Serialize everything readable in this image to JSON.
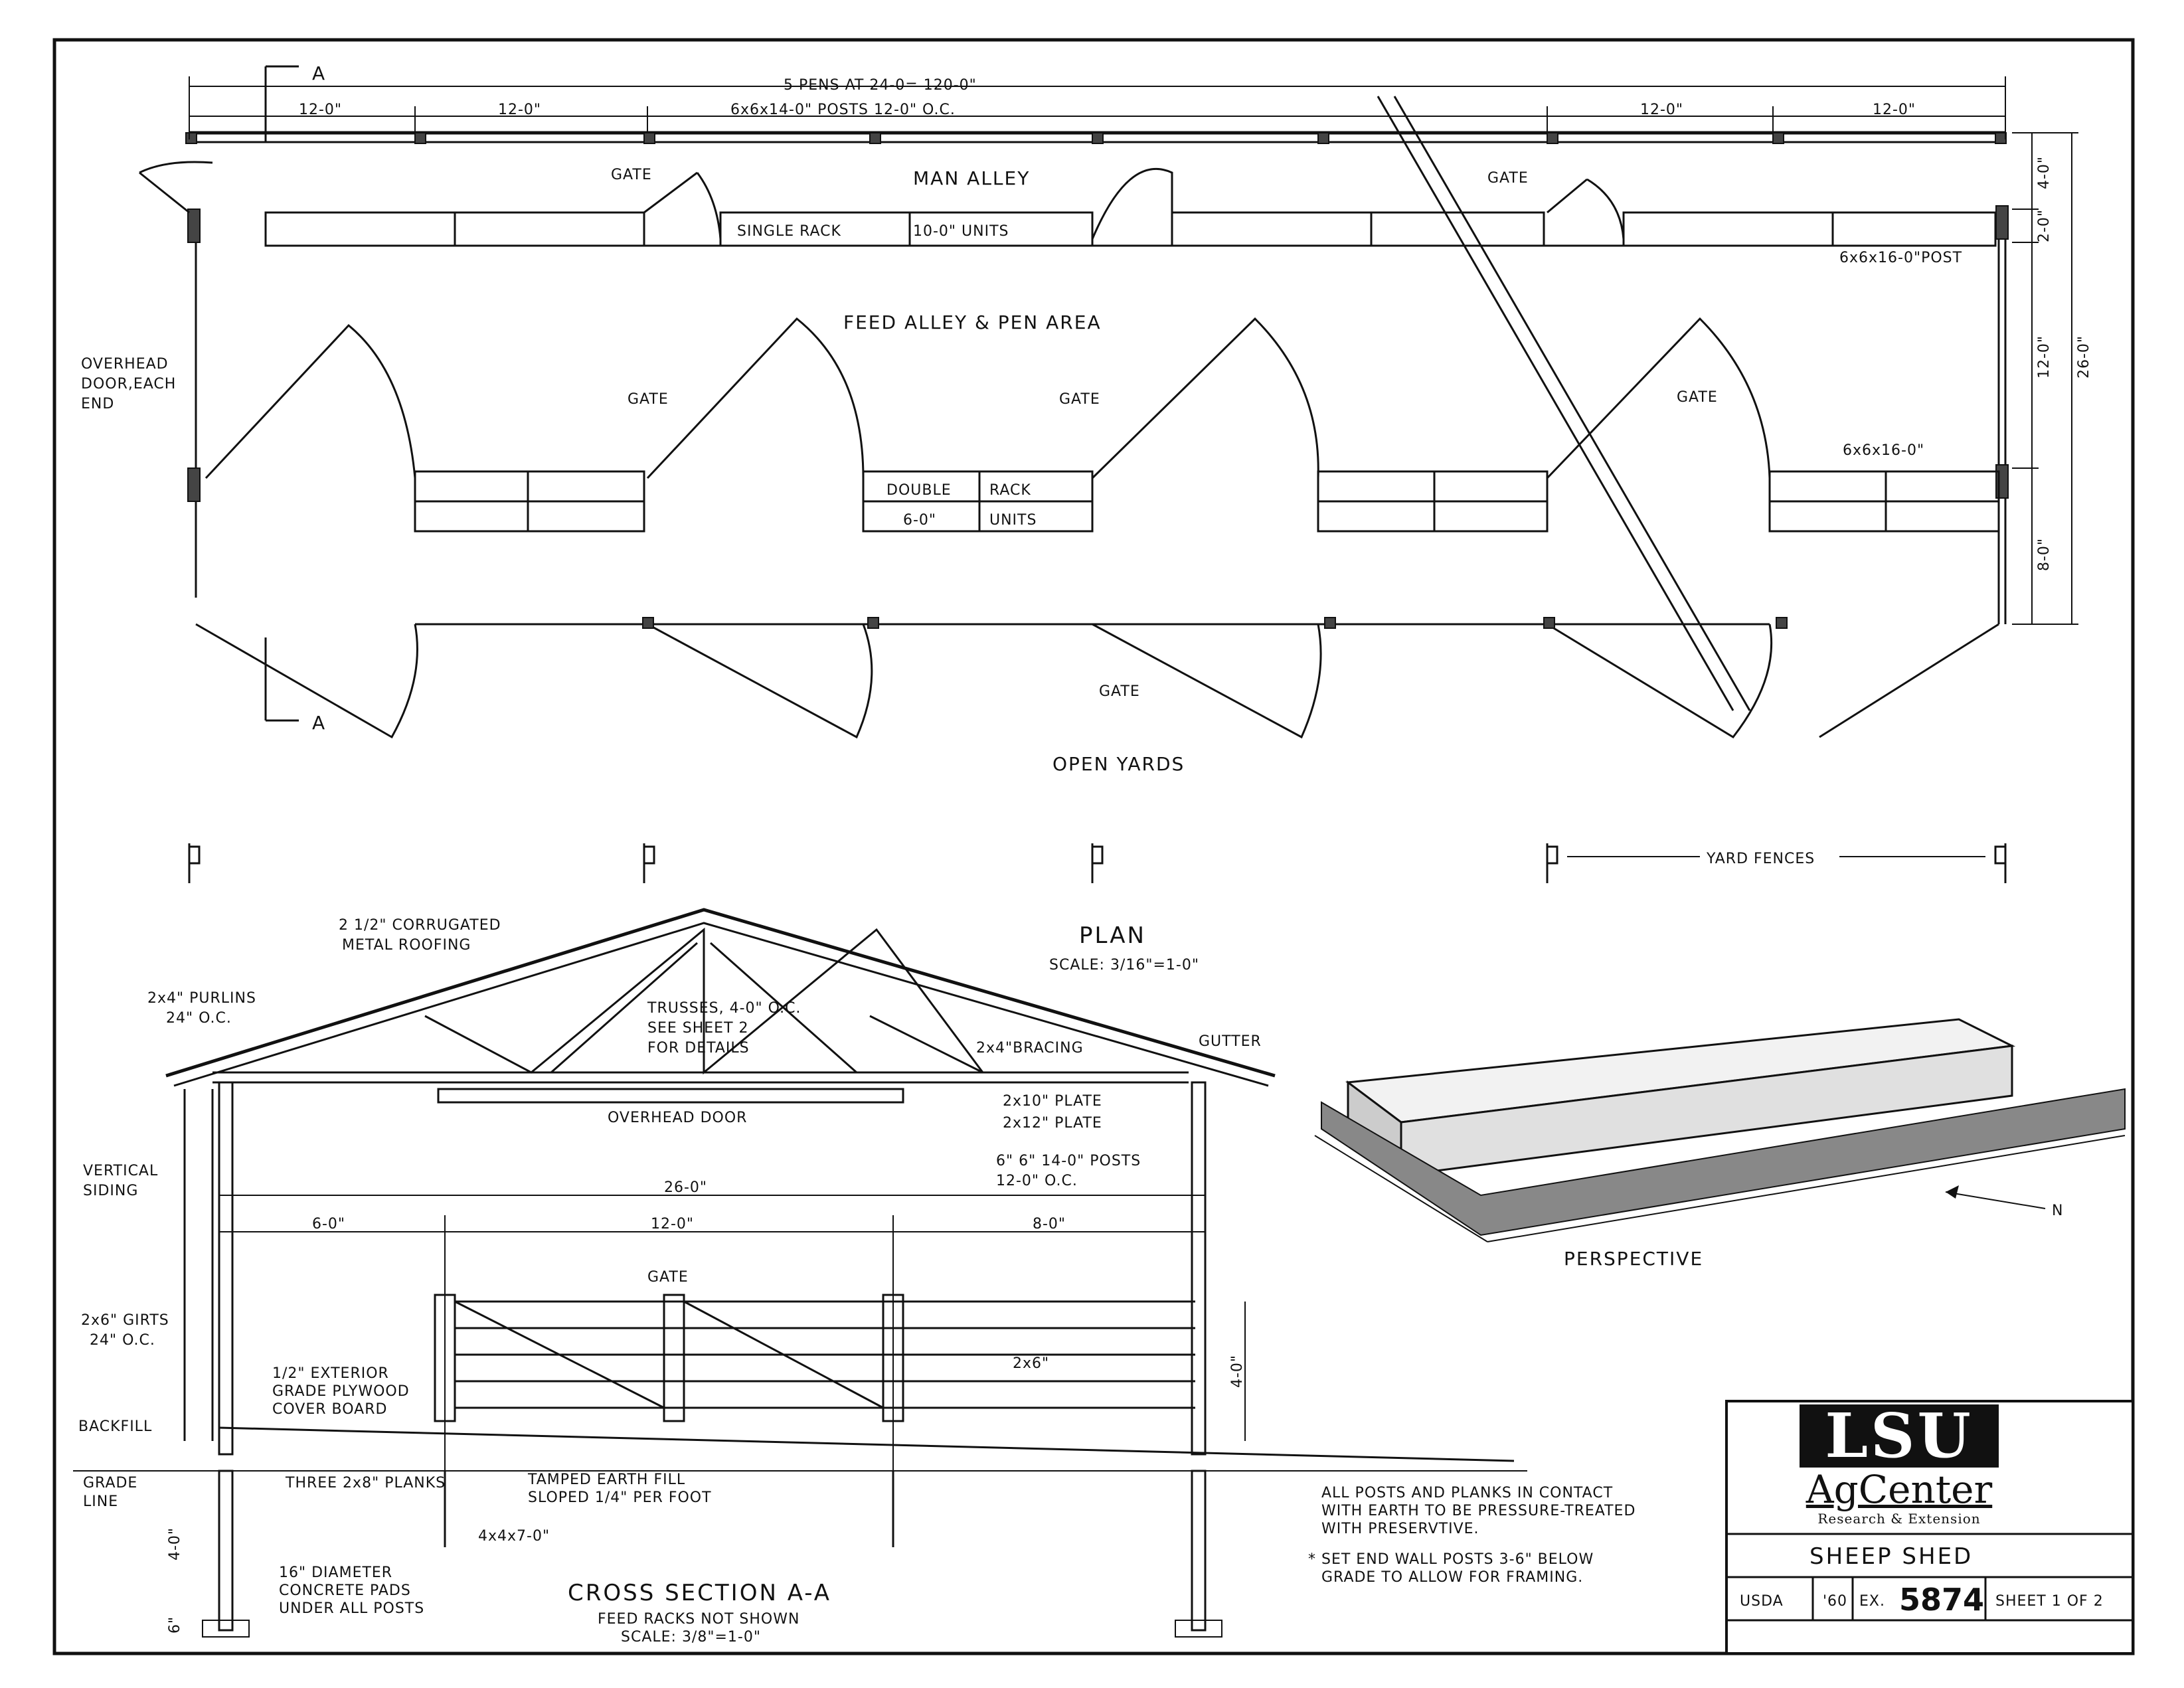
{
  "plan": {
    "section_marker_top": "A",
    "section_marker_bottom": "A",
    "overall_dim": "5 PENS AT 24-0= 120-0\"",
    "dim_12_a": "12-0\"",
    "dim_12_b": "12-0\"",
    "dim_12_c": "12-0\"",
    "dim_12_d": "12-0\"",
    "posts_note": "6x6x14-0\" POSTS 12-0\" O.C.",
    "man_alley": "MAN ALLEY",
    "gate_1": "GATE",
    "gate_2": "GATE",
    "single_rack": "SINGLE RACK",
    "rack_units": "10-0\" UNITS",
    "post_16": "6x6x16-0\"POST",
    "feed_alley": "FEED ALLEY & PEN AREA",
    "overhead_door": [
      "OVERHEAD",
      "DOOR,EACH",
      "END"
    ],
    "gate_3": "GATE",
    "gate_4": "GATE",
    "gate_5": "GATE",
    "gate_6": "GATE",
    "double_rack": "DOUBLE",
    "double_rack_b": "RACK",
    "double_units_a": "6-0\"",
    "double_units_b": "UNITS",
    "post_16b": "6x6x16-0\"",
    "dim_r_4": "4-0\"",
    "dim_r_2": "2-0\"",
    "dim_r_12": "12-0\"",
    "dim_r_8": "8-0\"",
    "dim_r_26": "26-0\"",
    "open_yards": "OPEN YARDS",
    "yard_fences": "YARD FENCES",
    "title": "PLAN",
    "scale": "SCALE: 3/16\"=1-0\""
  },
  "section": {
    "roofing": [
      "2 1/2\" CORRUGATED",
      "METAL ROOFING"
    ],
    "purlins": [
      "2x4\" PURLINS",
      "24\" O.C."
    ],
    "trusses": [
      "TRUSSES, 4-0\" O.C.",
      "SEE SHEET 2",
      "FOR DETAILS"
    ],
    "bracing": "2x4\"BRACING",
    "gutter": "GUTTER",
    "overhead_door": "OVERHEAD DOOR",
    "plate_10": "2x10\" PLATE",
    "plate_12": "2x12\" PLATE",
    "posts": [
      "6\" 6\" 14-0\" POSTS",
      "12-0\" O.C."
    ],
    "vertical_siding": [
      "VERTICAL",
      "SIDING"
    ],
    "dim_26": "26-0\"",
    "dim_6": "6-0\"",
    "dim_12": "12-0\"",
    "dim_8": "8-0\"",
    "gate": "GATE",
    "girts": [
      "2x6\" GIRTS",
      "24\" O.C."
    ],
    "plywood": [
      "1/2\" EXTERIOR",
      "GRADE PLYWOOD",
      "COVER BOARD"
    ],
    "board_2x6": "2x6\"",
    "dim_4": "4-0\"",
    "backfill": "BACKFILL",
    "grade_line": [
      "GRADE",
      "LINE"
    ],
    "planks": "THREE 2x8\" PLANKS",
    "tamped": [
      "TAMPED EARTH FILL",
      "SLOPED 1/4\" PER FOOT"
    ],
    "posts_4x4": "4x4x7-0\"",
    "dim_4_below": "4-0\"",
    "dim_6_pad": "6\"",
    "pads": [
      "16\" DIAMETER",
      "CONCRETE PADS",
      "UNDER ALL POSTS"
    ],
    "title": "CROSS SECTION A-A",
    "subtitle": "FEED RACKS NOT SHOWN",
    "scale": "SCALE: 3/8\"=1-0\""
  },
  "perspective": {
    "title": "PERSPECTIVE",
    "north": "N"
  },
  "notes": [
    "ALL POSTS AND PLANKS IN CONTACT",
    "WITH EARTH TO BE PRESSURE-TREATED",
    "WITH PRESERVTIVE.",
    "* SET END WALL POSTS 3-6\" BELOW",
    "GRADE TO ALLOW FOR FRAMING."
  ],
  "title_block": {
    "logo_main": "LSU",
    "logo_sub": "AgCenter",
    "logo_tag": "Research & Extension",
    "drawing_title": "SHEEP SHED",
    "agency": "USDA",
    "year": "'60",
    "ex_label": "EX.",
    "number": "5874",
    "sheet": "SHEET 1 OF 2"
  }
}
